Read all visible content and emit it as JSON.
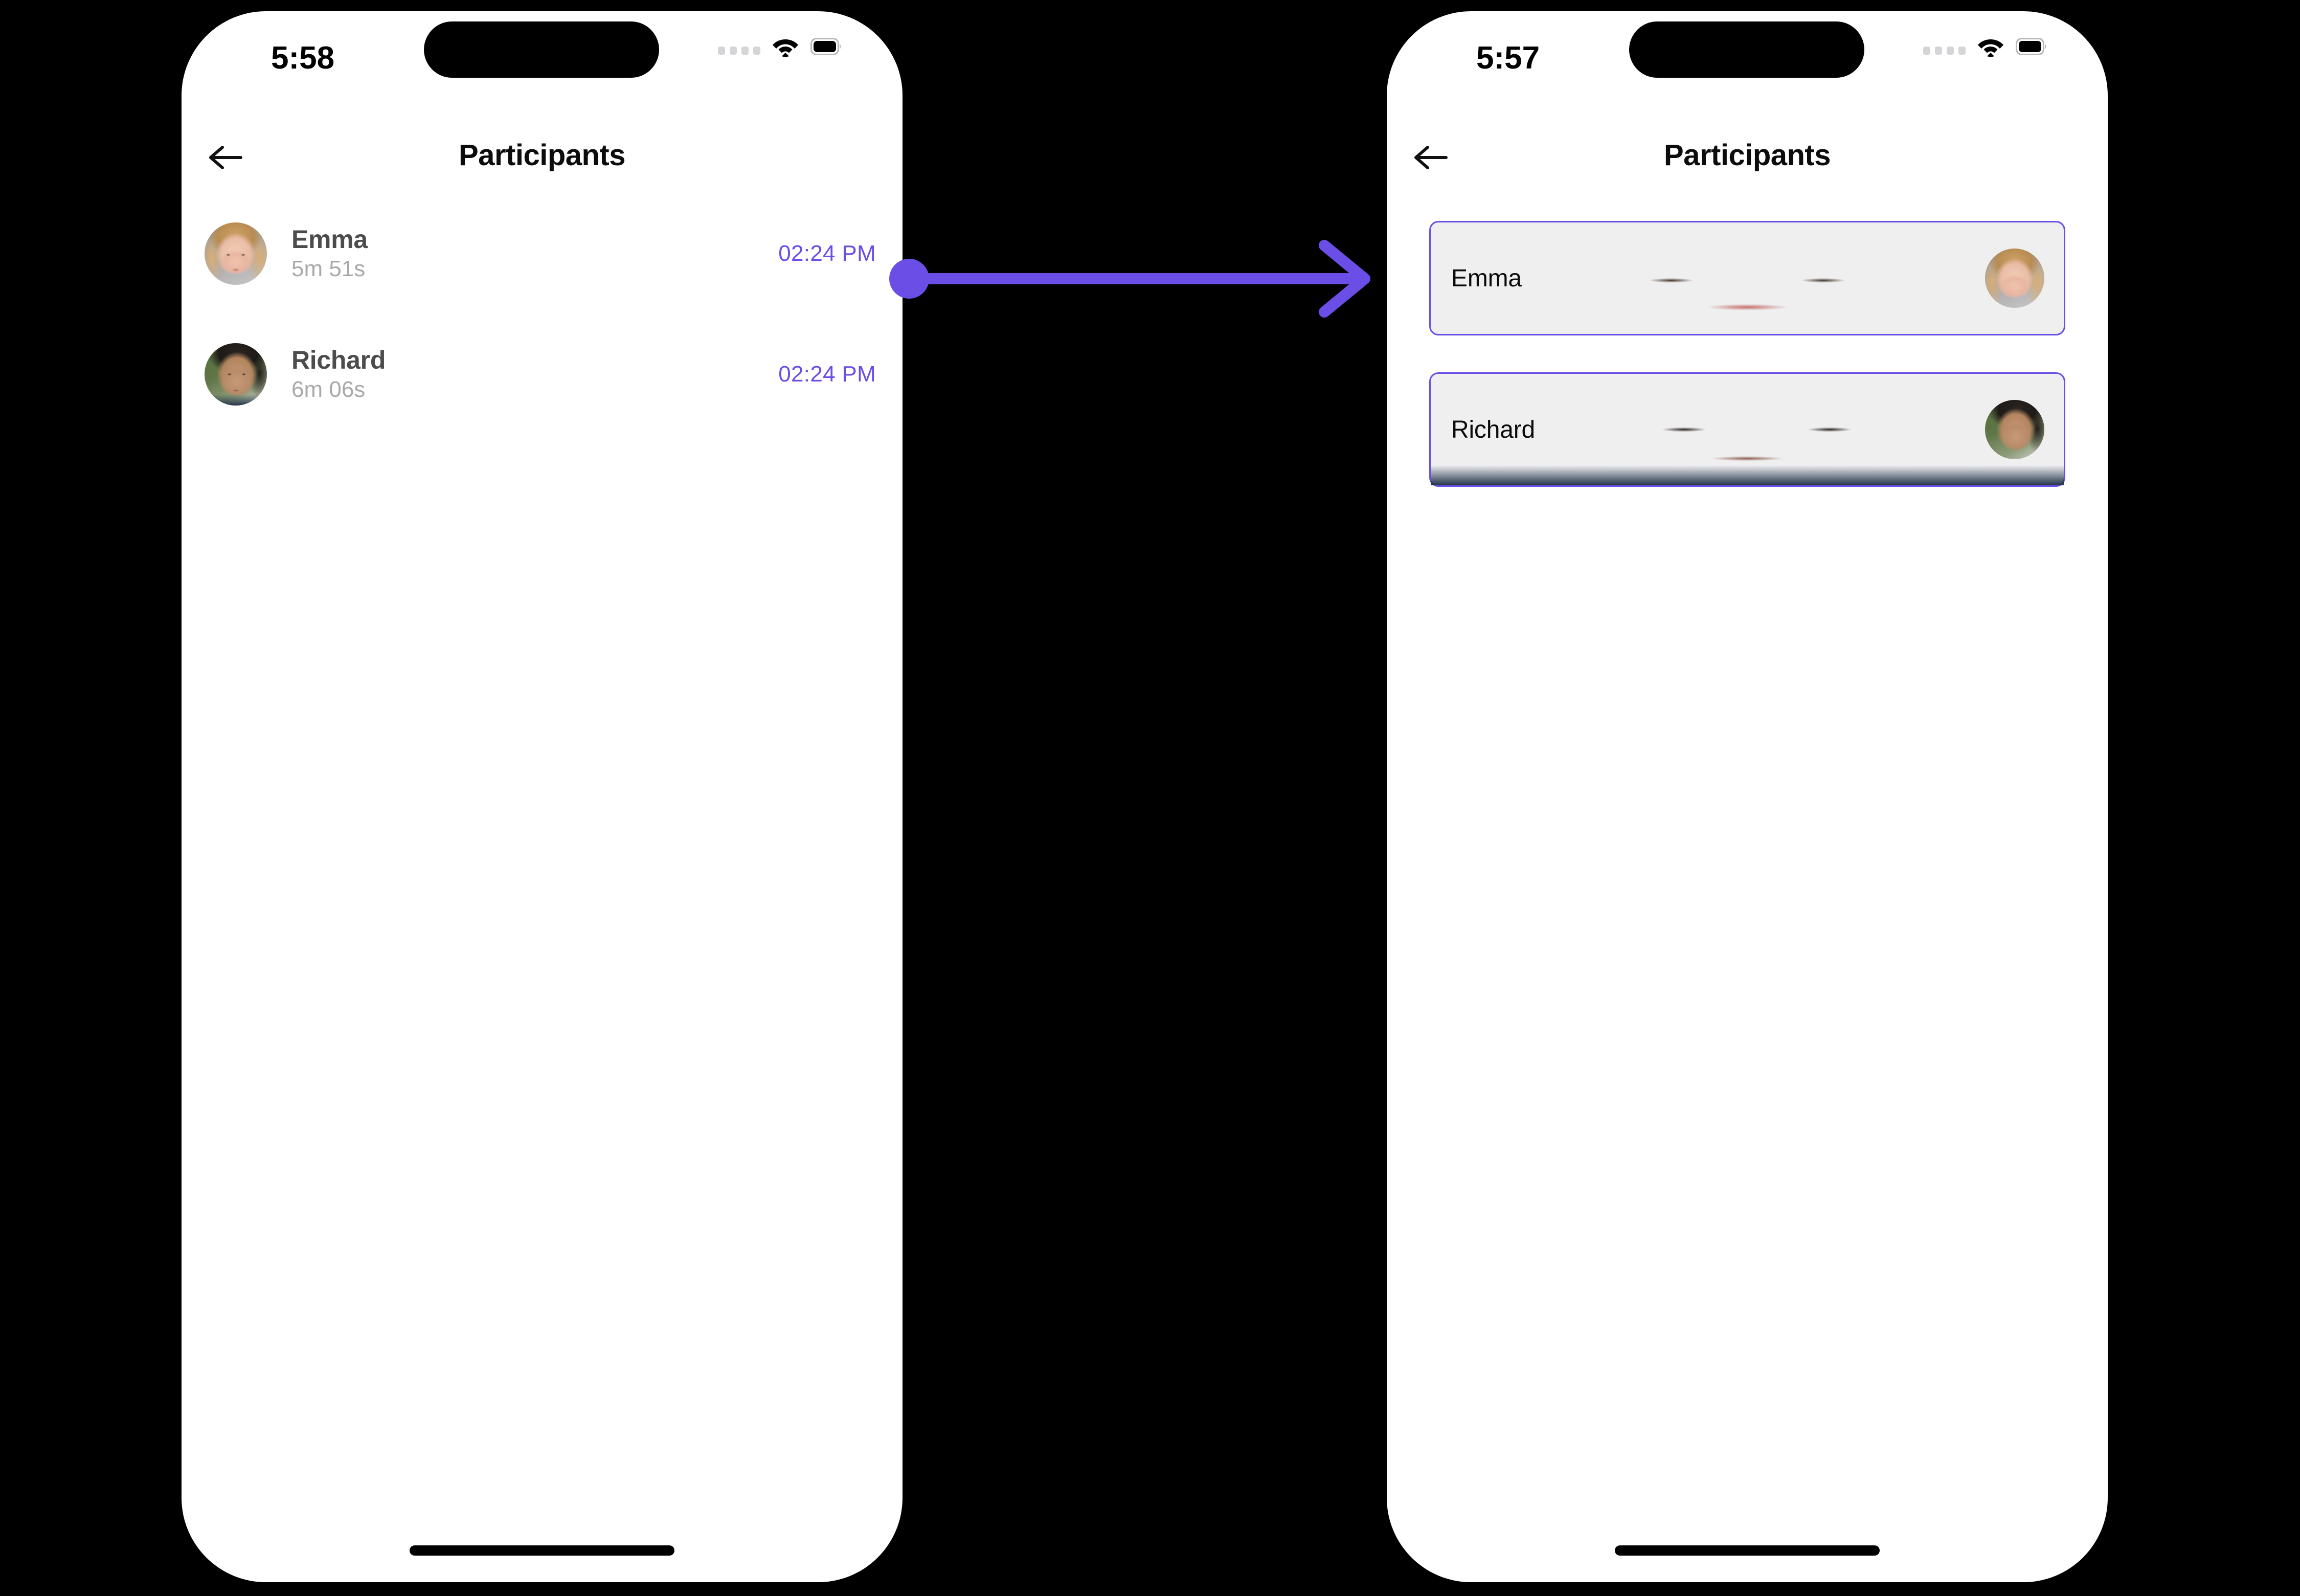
{
  "background_color": "#000000",
  "accent_color": "#6B4EE6",
  "left_phone": {
    "status_bar": {
      "time": "5:58",
      "signal_icon": "signal-dots-icon",
      "wifi_icon": "wifi-icon",
      "battery_icon": "battery-full-icon"
    },
    "nav": {
      "back_icon": "back-arrow-icon",
      "title": "Participants"
    },
    "participants": [
      {
        "name": "Emma",
        "duration": "5m 51s",
        "time": "02:24 PM",
        "avatar": "emma-avatar"
      },
      {
        "name": "Richard",
        "duration": "6m 06s",
        "time": "02:24 PM",
        "avatar": "richard-avatar"
      }
    ]
  },
  "right_phone": {
    "status_bar": {
      "time": "5:57",
      "signal_icon": "signal-dots-icon",
      "wifi_icon": "wifi-icon",
      "battery_icon": "battery-full-icon"
    },
    "nav": {
      "back_icon": "back-arrow-icon",
      "title": "Participants"
    },
    "participants": [
      {
        "name": "Emma",
        "avatar": "emma-avatar"
      },
      {
        "name": "Richard",
        "avatar": "richard-avatar"
      }
    ]
  },
  "annotation": {
    "type": "transition-arrow",
    "color": "#6B4EE6",
    "from": "left-phone-emma-row-time",
    "to": "right-phone-emma-card"
  }
}
